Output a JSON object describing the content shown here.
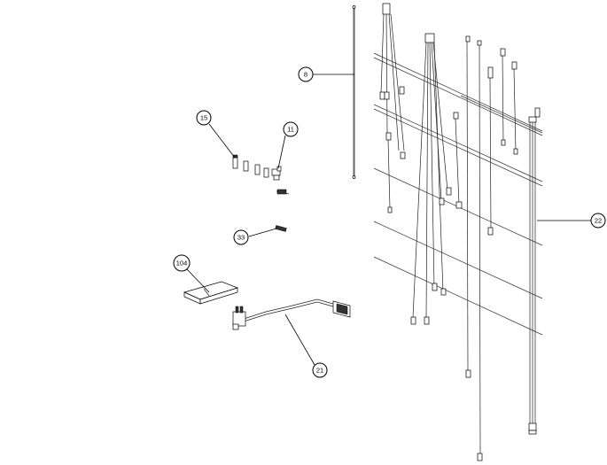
{
  "diagram": {
    "callouts": [
      {
        "id": "8",
        "label": "8"
      },
      {
        "id": "11",
        "label": "11"
      },
      {
        "id": "15",
        "label": "15"
      },
      {
        "id": "21",
        "label": "21"
      },
      {
        "id": "22",
        "label": "22"
      },
      {
        "id": "33",
        "label": "33"
      },
      {
        "id": "104",
        "label": "104"
      }
    ]
  }
}
